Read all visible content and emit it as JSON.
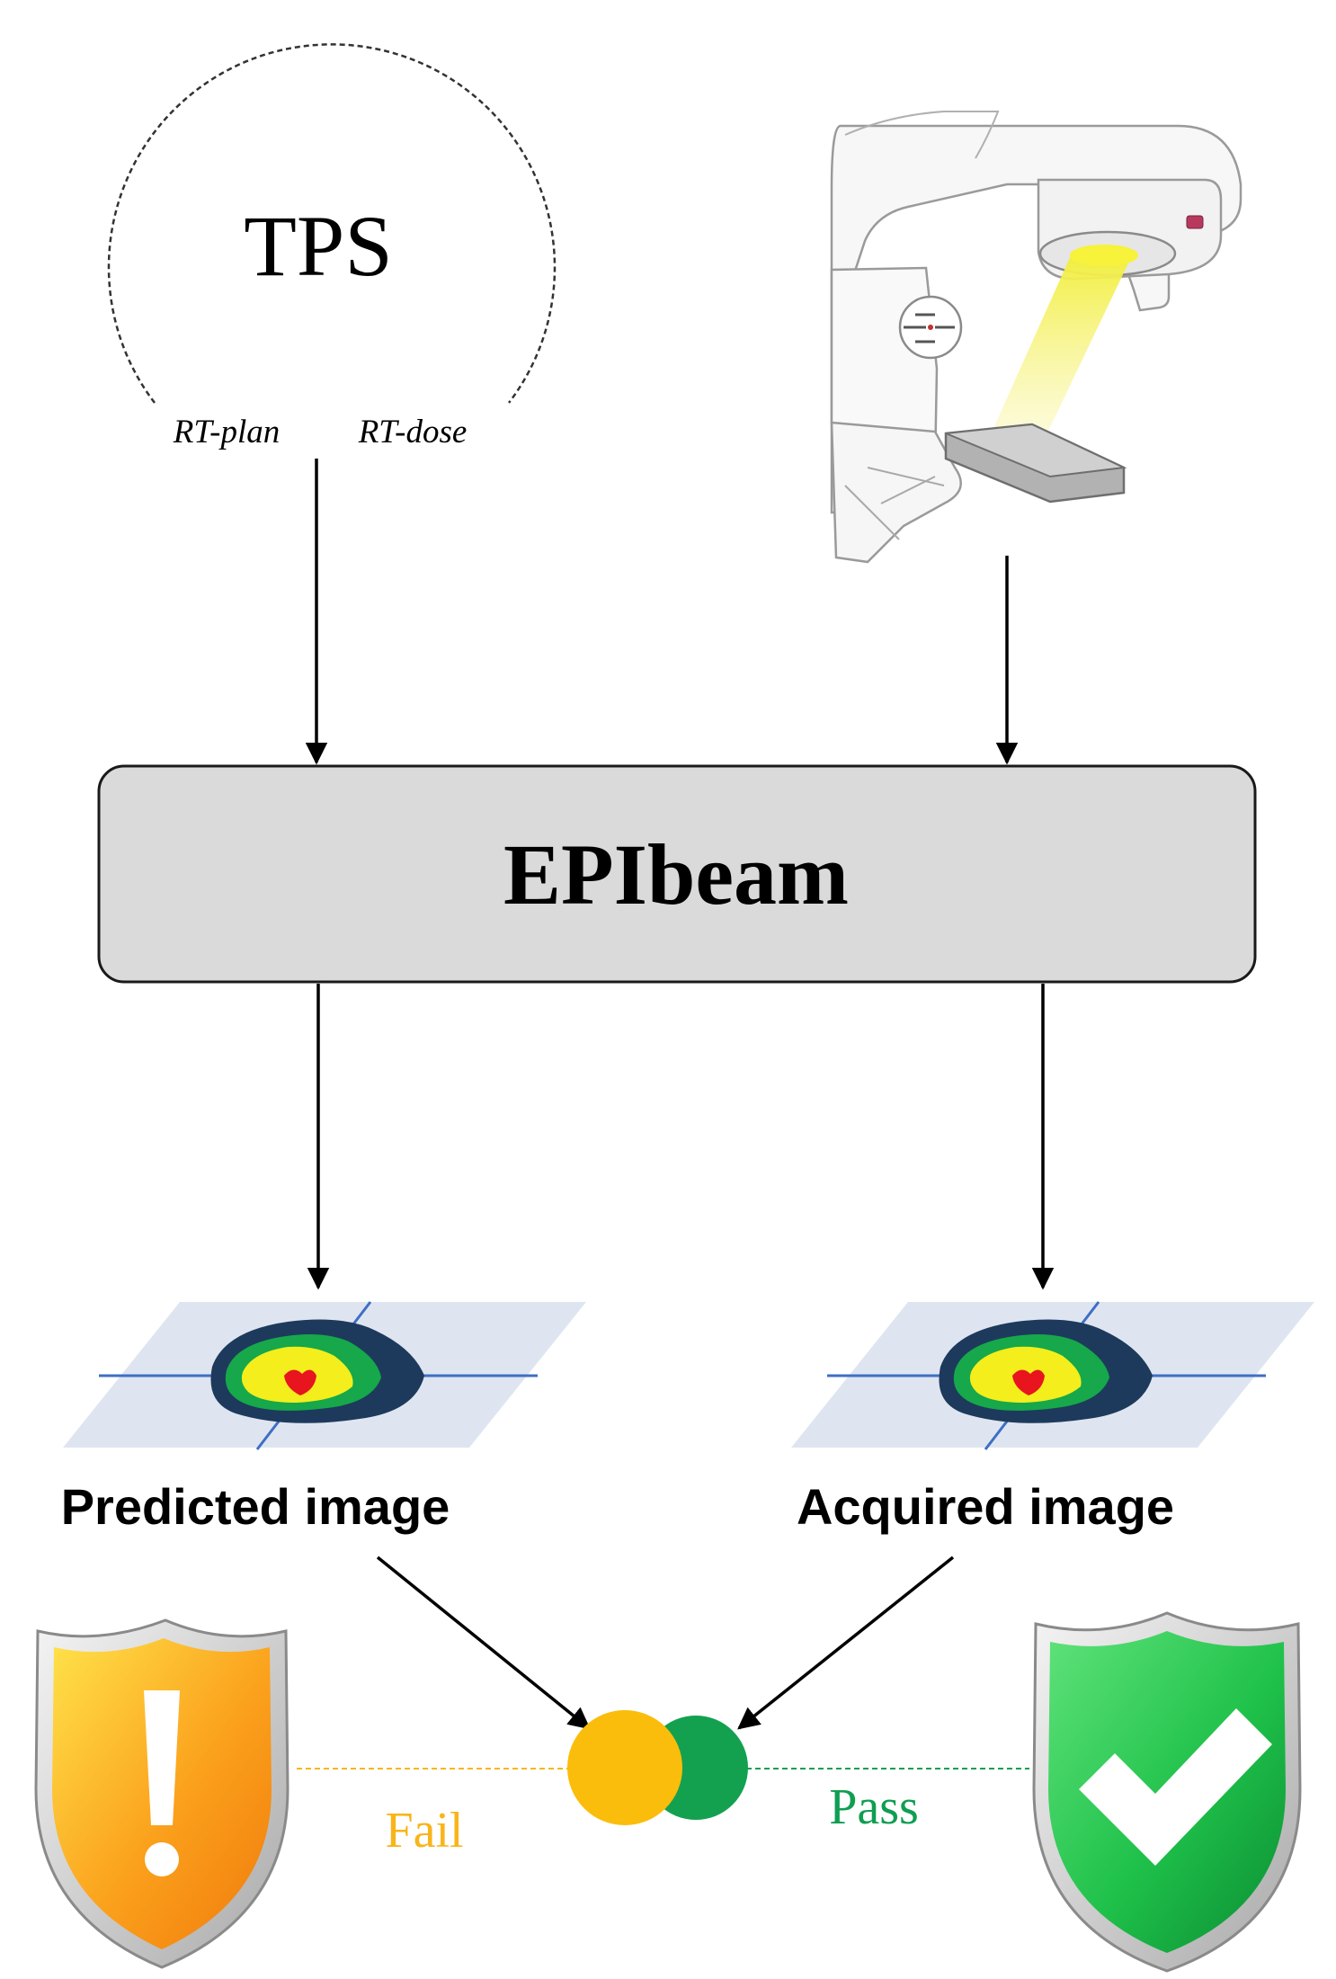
{
  "tps": {
    "label": "TPS",
    "output_plan": "RT-plan",
    "output_dose": "RT-dose"
  },
  "linac": {
    "icon": "linac-machine-icon",
    "beam_color": "#f2ee3a"
  },
  "processor": {
    "label": "EPIbeam",
    "fill": "#dadada"
  },
  "images": {
    "predicted_label": "Predicted image",
    "acquired_label": "Acquired image",
    "icon": "dose-map-icon",
    "colors": [
      "#1d3a5c",
      "#16a84a",
      "#f3ee1c",
      "#e8141e"
    ]
  },
  "comparison": {
    "icon": "overlap-circles-icon",
    "predicted_color": "#fbbd0b",
    "acquired_color": "#13a150"
  },
  "outcomes": {
    "fail_label": "Fail",
    "pass_label": "Pass",
    "fail_color": "#f8b51a",
    "pass_color": "#0f9e52",
    "fail_icon": "warning-shield-icon",
    "pass_icon": "check-shield-icon"
  }
}
